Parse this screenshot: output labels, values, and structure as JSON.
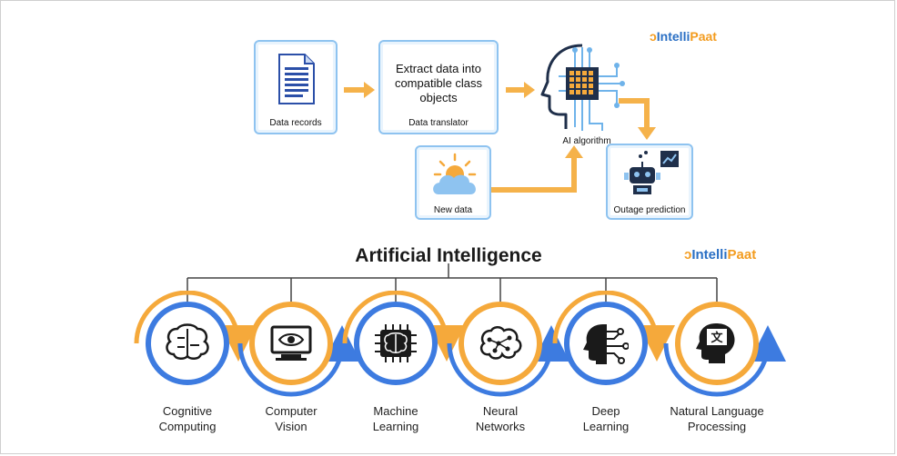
{
  "brand": {
    "logo_text_a": "Intelli",
    "logo_text_b": "Paat"
  },
  "top_diagram": {
    "data_records_label": "Data records",
    "translator_text_lines": [
      "Extract data into",
      "compatible class",
      "objects"
    ],
    "translator_label": "Data translator",
    "ai_algorithm_label": "AI algorithm",
    "new_data_label": "New data",
    "outage_label": "Outage prediction"
  },
  "bottom_diagram": {
    "title": "Artificial Intelligence",
    "items": [
      {
        "line1": "Cognitive",
        "line2": "Computing"
      },
      {
        "line1": "Computer",
        "line2": "Vision"
      },
      {
        "line1": "Machine",
        "line2": "Learning"
      },
      {
        "line1": "Neural",
        "line2": "Networks"
      },
      {
        "line1": "Deep",
        "line2": "Learning"
      },
      {
        "line1": "Natural Language",
        "line2": "Processing"
      }
    ]
  },
  "colors": {
    "orange": "#f5a93b",
    "blue": "#3d7be0",
    "light_blue": "#8ec3f0",
    "dark": "#1f2f4a"
  }
}
